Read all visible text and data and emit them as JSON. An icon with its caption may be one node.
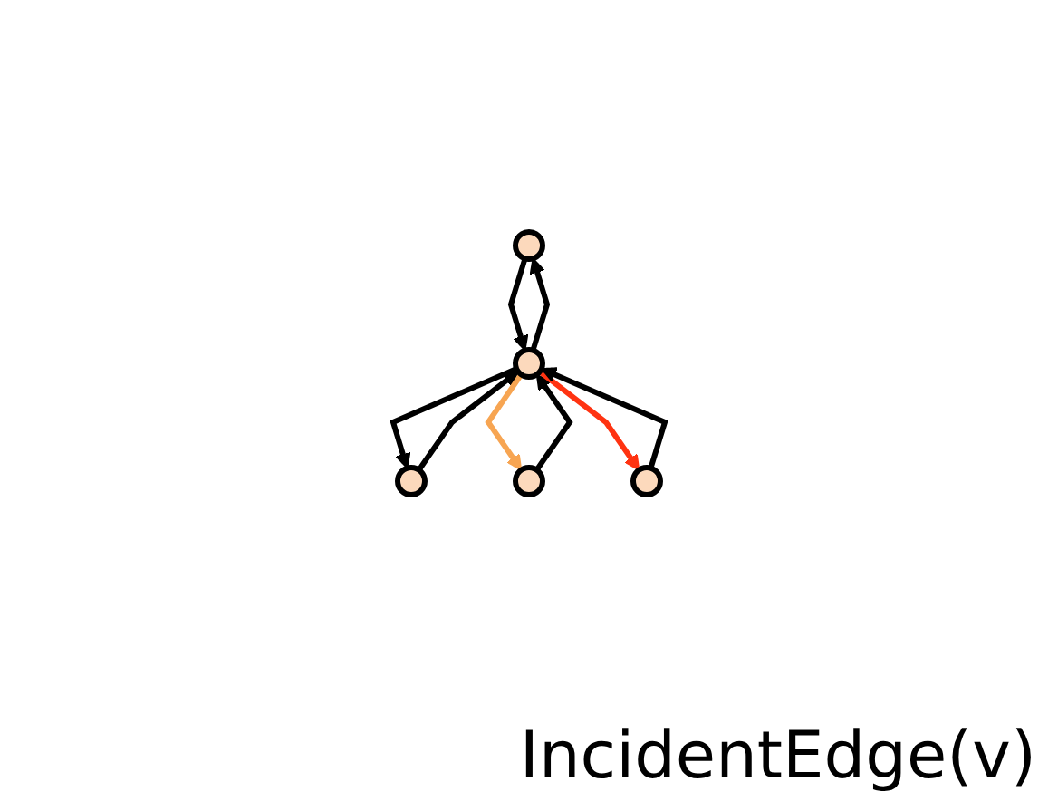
{
  "diagram": {
    "nodes": [
      {
        "text": [],
        "shape": "circle"
      },
      {
        "text": [],
        "shape": "circle"
      },
      {
        "text": [],
        "shape": "circle"
      },
      {
        "text": [],
        "shape": "circle"
      },
      {
        "text": [],
        "shape": "circle"
      }
    ],
    "edges": [
      {
        "from": 0,
        "to": 2,
        "arrow": "to"
      },
      {
        "from": 2,
        "to": 0,
        "arrow": "to"
      },
      {
        "from": 2,
        "to": 1,
        "arrow": "to"
      },
      {
        "from": 1,
        "to": 2,
        "arrow": "to"
      },
      {
        "from": 2,
        "to": 3,
        "arrow": "to",
        "color": "#f7a552"
      },
      {
        "from": 3,
        "to": 2,
        "arrow": "to"
      },
      {
        "from": 2,
        "to": 4,
        "arrow": "to",
        "color": "#ff3311"
      },
      {
        "from": 4,
        "to": 2,
        "arrow": "to"
      }
    ],
    "labels": [
      "IncidentEdge(v)"
    ]
  }
}
